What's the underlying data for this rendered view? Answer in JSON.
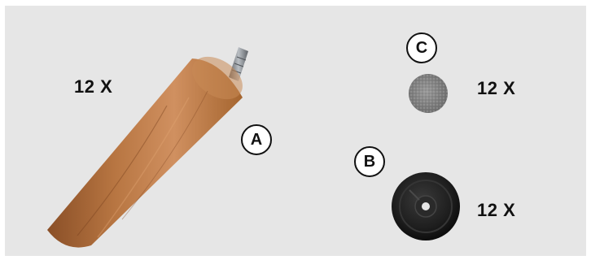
{
  "parts": [
    {
      "id": "A",
      "quantity_label": "12 X",
      "depiction": "wooden-leg-with-threaded-bolt"
    },
    {
      "id": "B",
      "quantity_label": "12 X",
      "depiction": "black-plastic-mounting-plate"
    },
    {
      "id": "C",
      "quantity_label": "12 X",
      "depiction": "grey-felt-pad"
    }
  ],
  "colors": {
    "panel_background": "#e6e6e6",
    "wood_light": "#c8895a",
    "wood_dark": "#8a4f27",
    "bolt_metal": "#7a7f85",
    "plate_black": "#1c1c1c",
    "felt_grey": "#8a8a8a",
    "badge_border": "#111111",
    "text": "#111111"
  }
}
